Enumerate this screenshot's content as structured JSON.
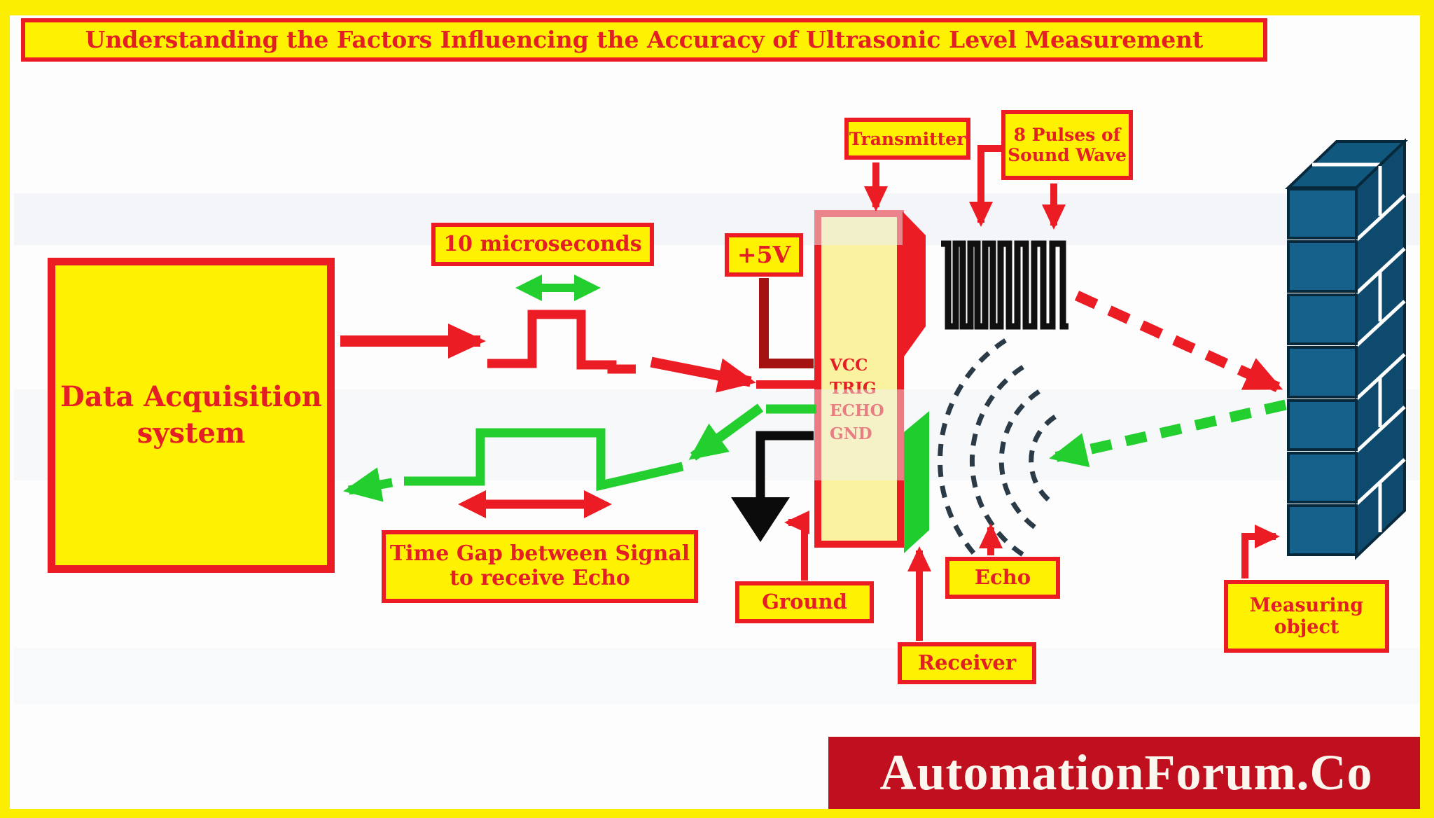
{
  "title": "Understanding the Factors Influencing the Accuracy of Ultrasonic Level Measurement",
  "blocks": {
    "daq": "Data Acquisition system",
    "sensor_pins": "VCC\nTRIG\nECHO\nGND"
  },
  "annotations": {
    "trigger_width": "10 microseconds",
    "supply": "+5V",
    "transmitter": "Transmitter",
    "sound_pulses": "8 Pulses of Sound Wave",
    "time_gap": "Time Gap between Signal to receive Echo",
    "ground": "Ground",
    "echo": "Echo",
    "receiver": "Receiver",
    "measuring_object": "Measuring object"
  },
  "branding": {
    "logo": "AutomationForum.Co"
  },
  "colors": {
    "accent_red": "#EC1C24",
    "label_yellow": "#FFF200",
    "sensor_fill_yellow": "#FBF2A0",
    "signal_green": "#22CF2E",
    "supply_wire_dark_red": "#A51212",
    "ground_black": "#0B0B0B",
    "logo_background_red": "#C00F1E",
    "brick_blue": "#15618C",
    "frame_yellow": "#FCEE00"
  },
  "icons": {
    "ground-symbol-icon": "filled downward triangle",
    "transmitter-transducer-icon": "red wedge on sensor right edge",
    "receiver-transducer-icon": "green wedge on sensor right edge",
    "echo-wavefront-icon": "four dashed concentric arcs",
    "pulse-train-icon": "8-cycle square wave",
    "trigger-pulse-icon": "single red square pulse",
    "echo-pulse-icon": "single green square pulse"
  }
}
